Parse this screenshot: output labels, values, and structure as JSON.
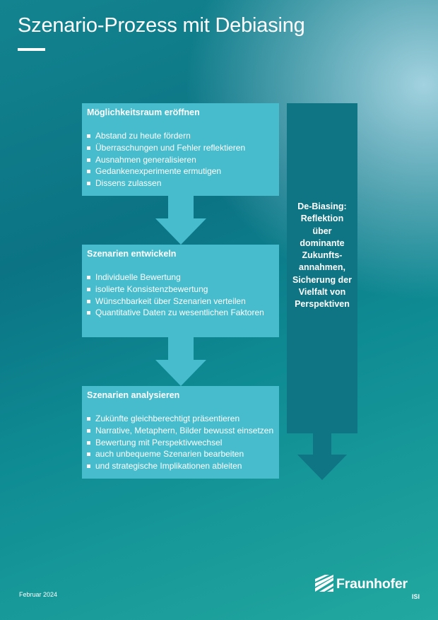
{
  "title": "Szenario-Prozess mit Debiasing",
  "colors": {
    "box": "#47bccd",
    "arrow": "#47bccd",
    "debias_panel": "#0f7483",
    "background_dark": "#0b7384",
    "background_light": "#a9d6e2"
  },
  "steps": [
    {
      "heading": "Möglichkeitsraum  eröffnen",
      "items": [
        "Abstand zu heute fördern",
        "Überraschungen und Fehler reflektieren",
        "Ausnahmen generalisieren",
        "Gedankenexperimente ermutigen",
        "Dissens zulassen"
      ]
    },
    {
      "heading": "Szenarien entwickeln",
      "items": [
        "Individuelle Bewertung",
        "isolierte Konsistenzbewertung",
        "Wünschbarkeit über Szenarien verteilen",
        "Quantitative Daten zu wesentlichen Faktoren"
      ]
    },
    {
      "heading": "Szenarien analysieren",
      "items": [
        "Zukünfte gleichberechtigt präsentieren",
        "Narrative, Metaphern, Bilder bewusst einsetzen",
        "Bewertung mit Perspektivwechsel",
        "auch unbequeme Szenarien bearbeiten",
        "und strategische Implikationen ableiten"
      ]
    }
  ],
  "debiasing": {
    "text": "De-Biasing:\nReflektion\nüber\ndominante\nZukunfts-\nannahmen,\nSicherung der\nVielfalt von\nPerspektiven"
  },
  "footer": {
    "date": "Februar 2024",
    "logo_name": "Fraunhofer",
    "logo_sub": "ISI"
  }
}
